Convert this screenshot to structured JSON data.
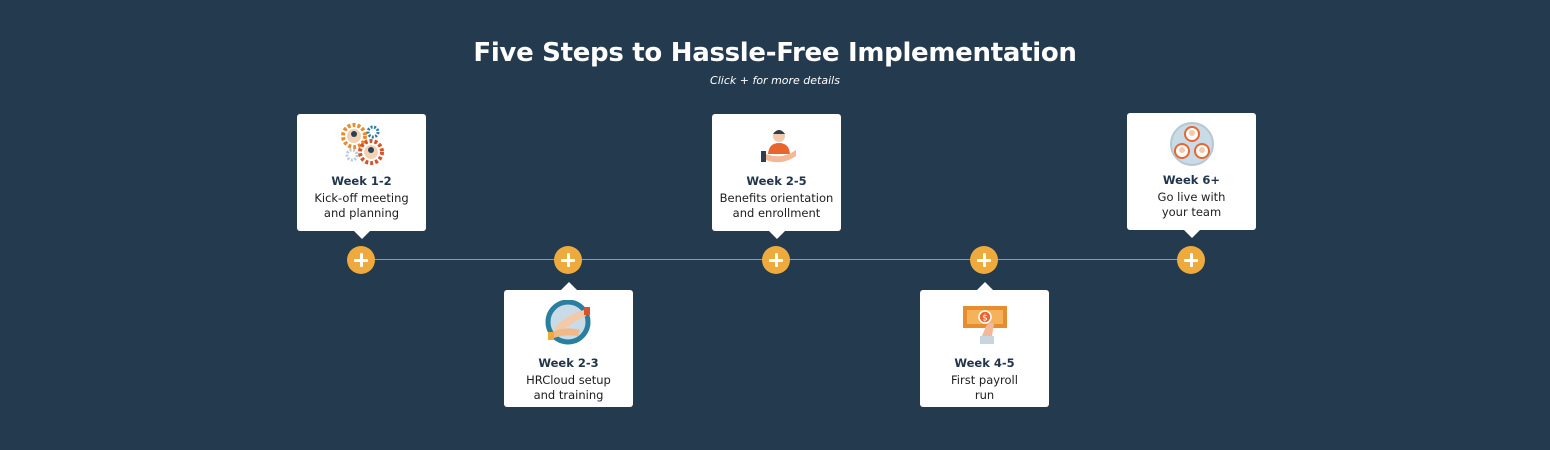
{
  "title": "Five Steps to Hassle-Free Implementation",
  "subtitle": "Click + for more details",
  "colors": {
    "background": "#233a4f",
    "accent": "#eeaa3c",
    "card": "#ffffff"
  },
  "steps": [
    {
      "week": "Week 1-2",
      "line1": "Kick-off meeting",
      "line2": "and planning",
      "icon": "gears-people-icon"
    },
    {
      "week": "Week 2-3",
      "line1": "HRCloud setup",
      "line2": "and training",
      "icon": "handshake-icon"
    },
    {
      "week": "Week 2-5",
      "line1": "Benefits orientation",
      "line2": "and enrollment",
      "icon": "person-in-hand-icon"
    },
    {
      "week": "Week 4-5",
      "line1": "First payroll",
      "line2": "run",
      "icon": "money-bill-icon"
    },
    {
      "week": "Week 6+",
      "line1": "Go live with",
      "line2": "your team",
      "icon": "team-circle-icon"
    }
  ]
}
